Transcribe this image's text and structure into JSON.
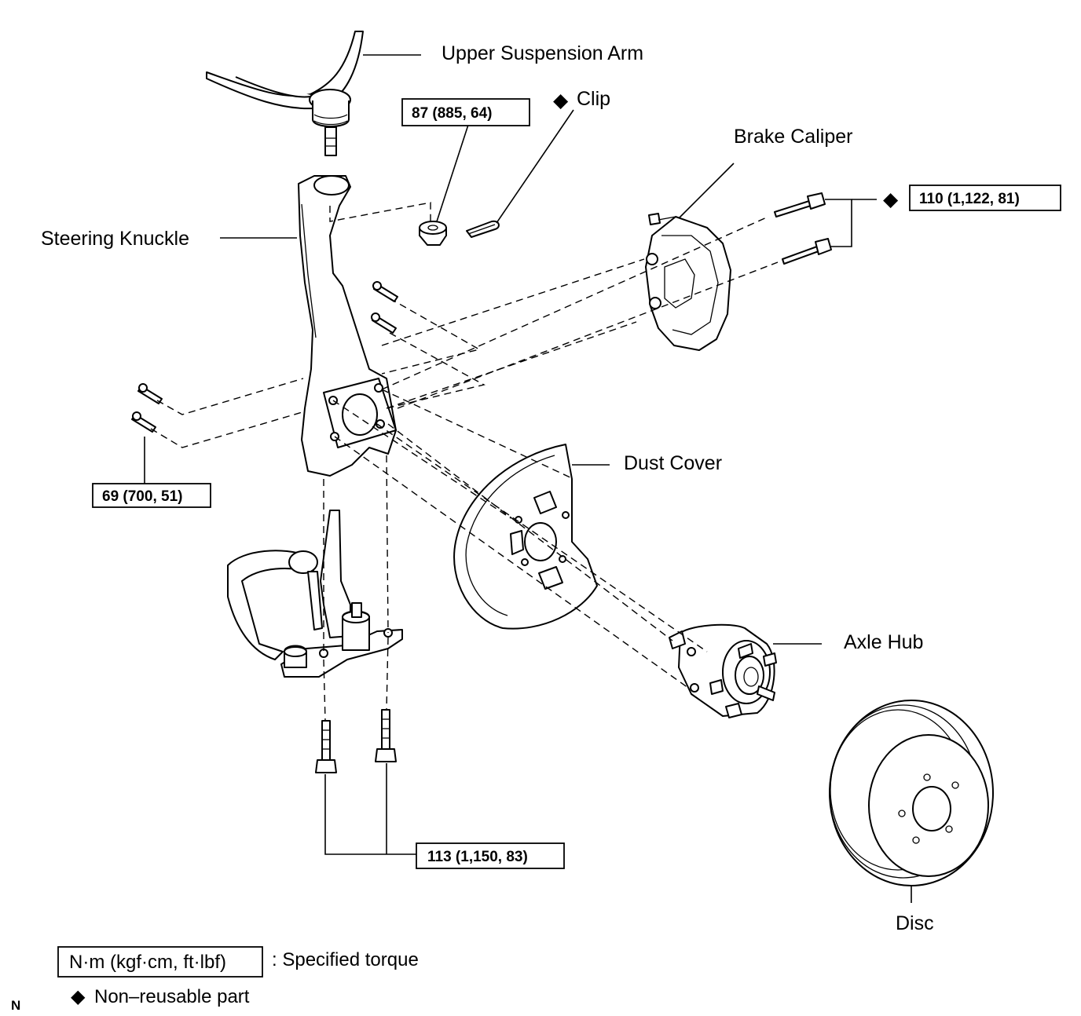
{
  "labels": {
    "upper_suspension_arm": "Upper Suspension Arm",
    "clip": "Clip",
    "brake_caliper": "Brake Caliper",
    "steering_knuckle": "Steering Knuckle",
    "dust_cover": "Dust Cover",
    "axle_hub": "Axle Hub",
    "disc": "Disc"
  },
  "torque": {
    "nut_upper_arm": "87 (885, 64)",
    "caliper_bolts": "110 (1,122, 81)",
    "hub_bolts": "69 (700, 51)",
    "lower_arm_bolts": "113 (1,150, 83)"
  },
  "legend": {
    "torque_unit": "N·m (kgf·cm, ft·lbf)",
    "torque_desc": ": Specified torque",
    "nonreusable_desc": "Non–reusable part"
  },
  "corner_mark": "N",
  "symbols": {
    "nonreusable": "◆"
  }
}
